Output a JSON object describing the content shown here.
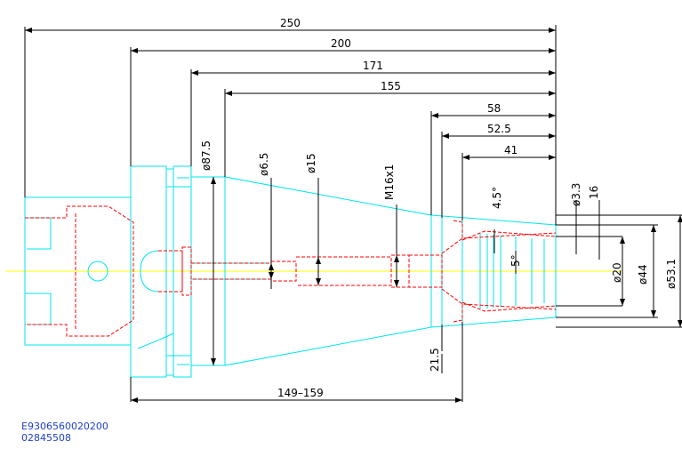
{
  "drawing": {
    "colors": {
      "outline": "#00e5ee",
      "hidden": "#ff0000",
      "centerline": "#ffff00",
      "dimension": "#000000",
      "code_text": "#1f3fcf"
    },
    "dimensions": {
      "overall_length": "250",
      "length_200": "200",
      "length_171": "171",
      "length_155": "155",
      "length_58": "58",
      "length_52_5": "52.5",
      "length_41": "41",
      "range_149_159": "149–159",
      "length_21_5": "21.5",
      "dia_87_5": "ø87.5",
      "dia_6_5": "ø6.5",
      "dia_15": "ø15",
      "thread": "M16x1",
      "angle_4_5": "4.5°",
      "angle_5": "5°",
      "dia_3_3": "ø3.3",
      "dim_16": "16",
      "dia_20": "ø20",
      "dia_44": "ø44",
      "dia_53_1": "ø53.1"
    }
  },
  "codes": {
    "line1": "E9306560020200",
    "line2": "02845508"
  }
}
